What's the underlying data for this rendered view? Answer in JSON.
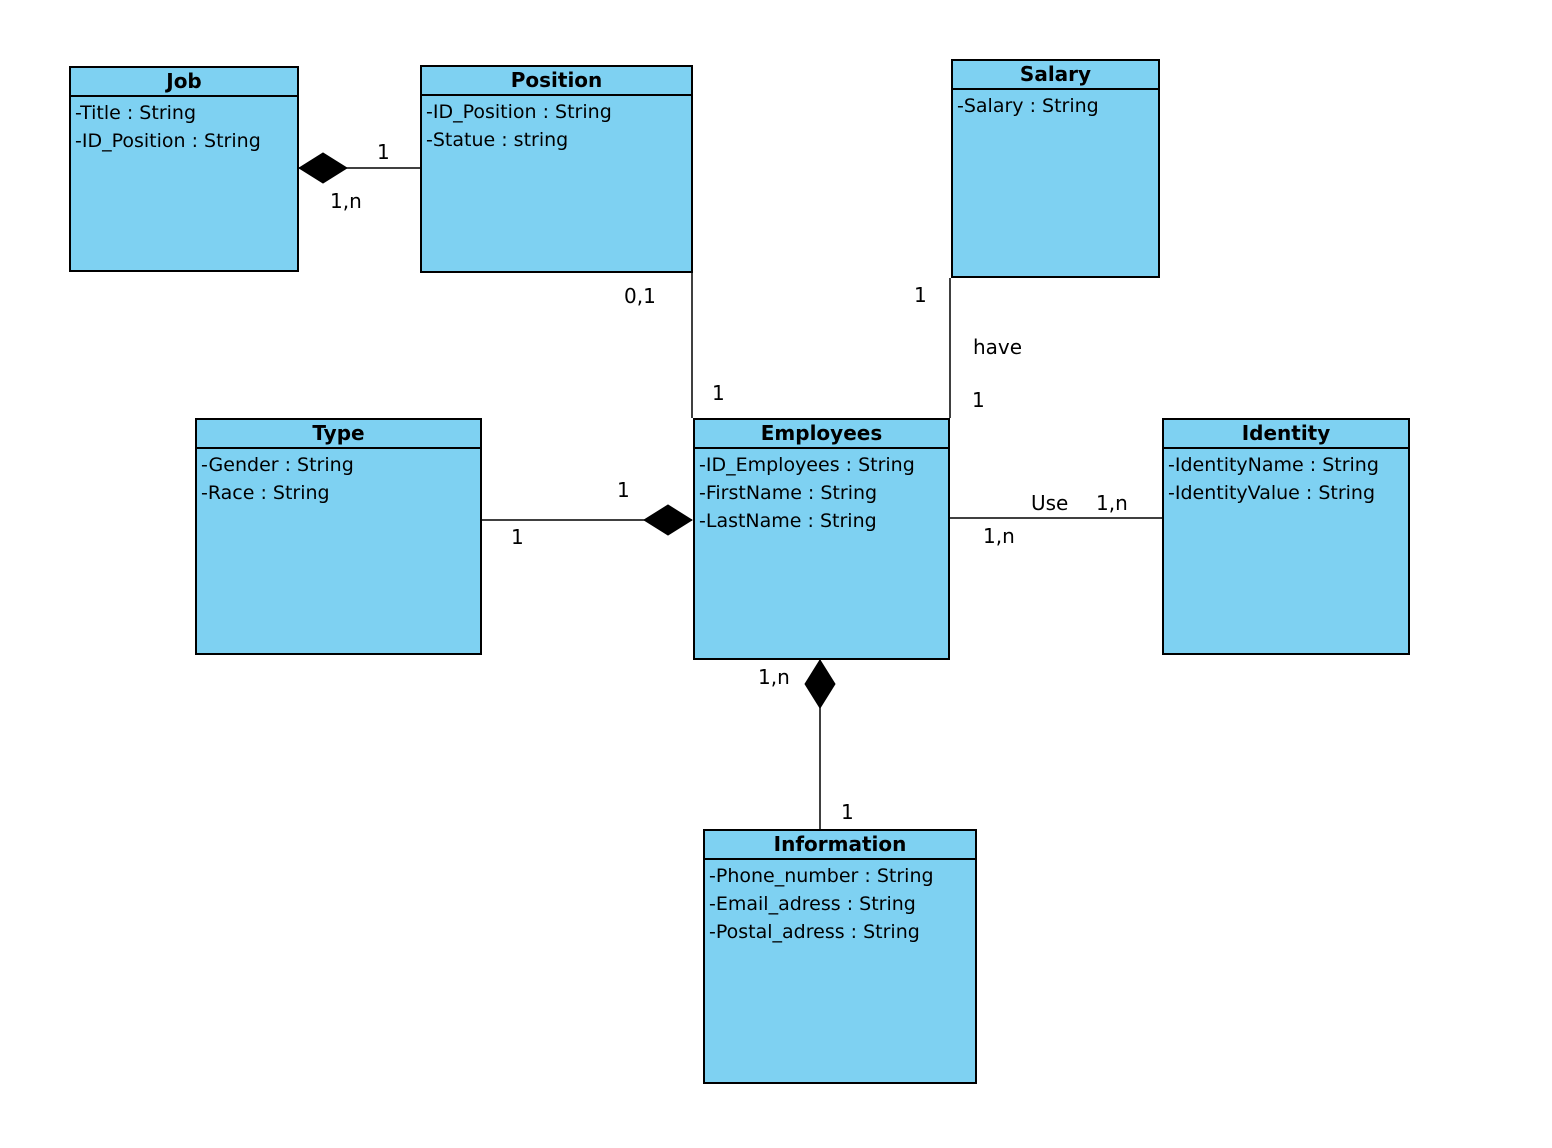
{
  "diagram": {
    "kind": "uml-class-diagram",
    "colors": {
      "class_fill": "#7ED1F2",
      "border": "#000000",
      "background": "#ffffff",
      "text": "#000000"
    },
    "classes": {
      "job": {
        "name": "Job",
        "attributes": [
          "-Title : String",
          "-ID_Position : String"
        ]
      },
      "position": {
        "name": "Position",
        "attributes": [
          "-ID_Position : String",
          "-Statue : string"
        ]
      },
      "salary": {
        "name": "Salary",
        "attributes": [
          "-Salary : String"
        ]
      },
      "type": {
        "name": "Type",
        "attributes": [
          "-Gender : String",
          "-Race : String"
        ]
      },
      "employees": {
        "name": "Employees",
        "attributes": [
          "-ID_Employees : String",
          "-FirstName : String",
          "-LastName : String"
        ]
      },
      "identity": {
        "name": "Identity",
        "attributes": [
          "-IdentityName : String",
          "-IdentityValue : String"
        ]
      },
      "information": {
        "name": "Information",
        "attributes": [
          "-Phone_number : String",
          "-Email_adress : String",
          "-Postal_adress : String"
        ]
      }
    },
    "relationships": {
      "job_position": {
        "from": "Job",
        "to": "Position",
        "type": "composition",
        "diamond_at": "Job",
        "multiplicity_at_position": "1",
        "multiplicity_at_job": "1,n"
      },
      "position_employees": {
        "from": "Position",
        "to": "Employees",
        "type": "association",
        "multiplicity_at_position": "0,1",
        "multiplicity_at_employees": "1"
      },
      "salary_employees": {
        "from": "Salary",
        "to": "Employees",
        "type": "association",
        "name": "have",
        "multiplicity_at_salary": "1",
        "multiplicity_at_employees": "1"
      },
      "type_employees": {
        "from": "Type",
        "to": "Employees",
        "type": "composition",
        "diamond_at": "Employees",
        "multiplicity_near_diamond": "1",
        "multiplicity_at_type": "1"
      },
      "employees_identity": {
        "from": "Employees",
        "to": "Identity",
        "type": "association",
        "name": "Use",
        "multiplicity_at_identity": "1,n",
        "multiplicity_at_employees": "1,n"
      },
      "employees_information": {
        "from": "Employees",
        "to": "Information",
        "type": "composition",
        "diamond_at": "Employees",
        "multiplicity_at_employees": "1,n",
        "multiplicity_at_information": "1"
      }
    }
  }
}
